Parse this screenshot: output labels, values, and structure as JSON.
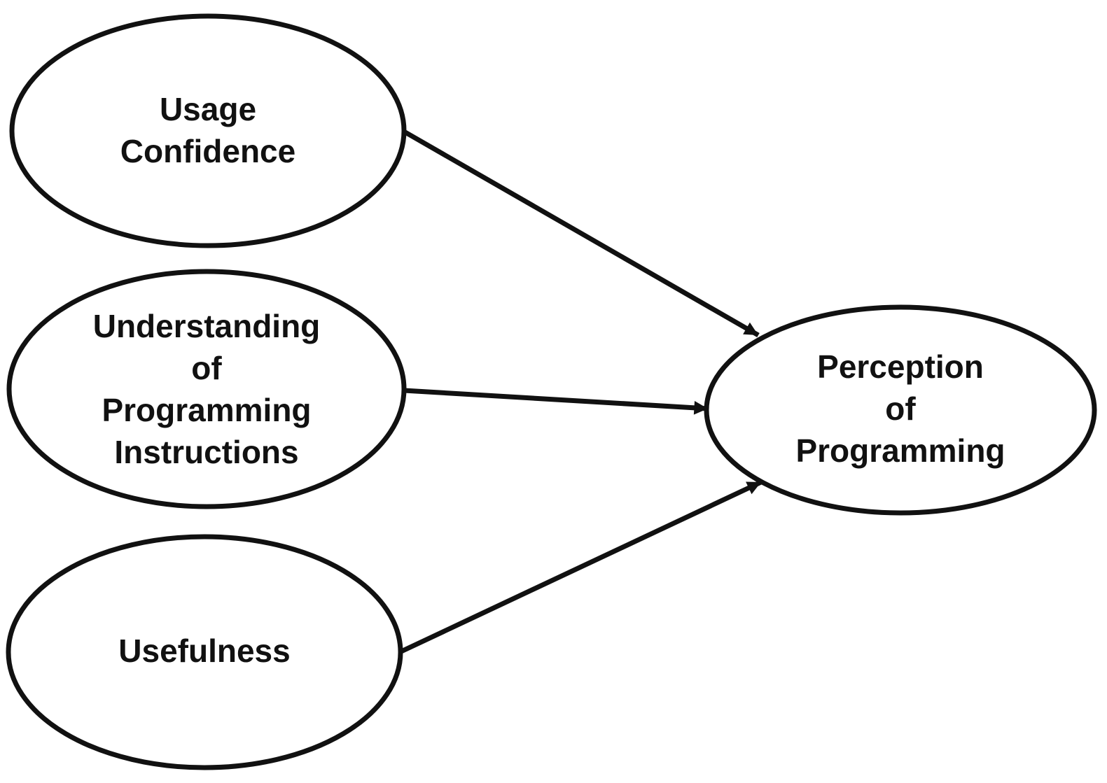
{
  "diagram": {
    "background_color": "#ffffff",
    "stroke_color": "#111111",
    "text_color": "#111111",
    "nodes": [
      {
        "id": "usage-confidence",
        "label": "Usage\nConfidence"
      },
      {
        "id": "understanding-of-programming-instructions",
        "label": "Understanding\nof\nProgramming\nInstructions"
      },
      {
        "id": "usefulness",
        "label": "Usefulness"
      },
      {
        "id": "perception-of-programming",
        "label": "Perception\nof\nProgramming"
      }
    ],
    "edges": [
      {
        "from": "usage-confidence",
        "to": "perception-of-programming",
        "style": "arrow"
      },
      {
        "from": "understanding-of-programming-instructions",
        "to": "perception-of-programming",
        "style": "arrow"
      },
      {
        "from": "usefulness",
        "to": "perception-of-programming",
        "style": "arrow"
      }
    ]
  }
}
